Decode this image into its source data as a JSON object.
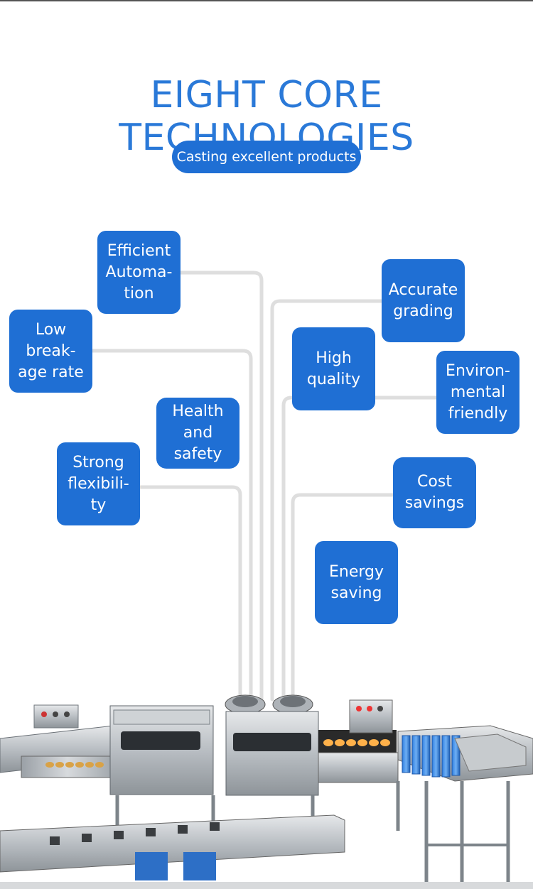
{
  "title": "EIGHT CORE TECHNOLOGIES",
  "subtitle": "Casting excellent products",
  "features": [
    {
      "id": "efficient-automation",
      "label": "Efficient\nAutoma-\ntion"
    },
    {
      "id": "low-breakage-rate",
      "label": "Low\nbreak-\nage rate"
    },
    {
      "id": "health-and-safety",
      "label": "Health\nand\nsafety"
    },
    {
      "id": "strong-flexibility",
      "label": "Strong\nflexibili-\nty"
    },
    {
      "id": "accurate-grading",
      "label": "Accurate\ngrading"
    },
    {
      "id": "high-quality",
      "label": "High\nquality"
    },
    {
      "id": "environmentally-friendly",
      "label": "Environ-\nmental\nfriendly"
    },
    {
      "id": "cost-savings",
      "label": "Cost\nsavings"
    },
    {
      "id": "energy-saving",
      "label": "Energy\nsaving"
    }
  ],
  "colors": {
    "accent": "#1f6fd4",
    "title": "#2a79d8",
    "line": "#dedede"
  }
}
